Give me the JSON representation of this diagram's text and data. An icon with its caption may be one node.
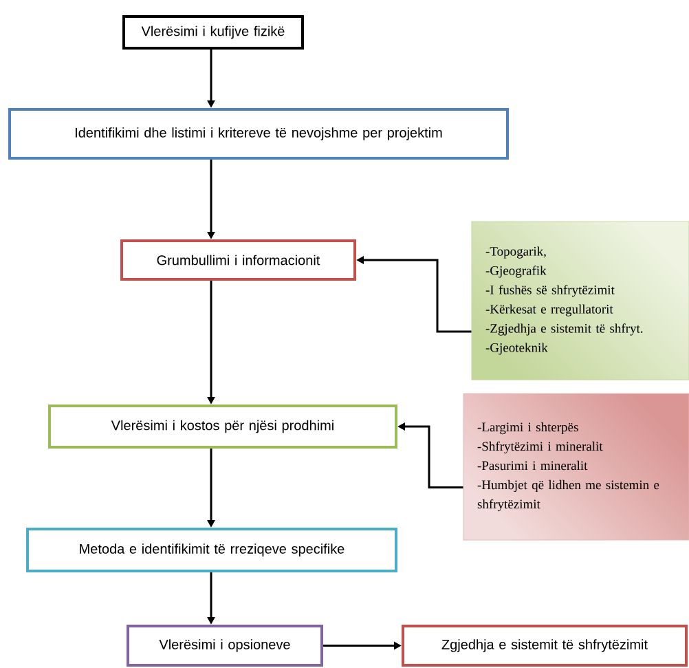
{
  "diagram": {
    "nodes": [
      {
        "text": [
          "Vlerësimi i kufijve fizikë"
        ]
      },
      {
        "text": [
          "Identifikimi dhe listimi i kritereve të nevojshme per projektim"
        ]
      },
      {
        "text": [
          "Grumbullimi i informacionit"
        ]
      },
      {
        "text": [
          "-Topogarik,",
          "-Gjeografik",
          "-I fushës së shfrytëzimit",
          "-Kërkesat e rregullatorit",
          "-Zgjedhja e sistemit të shfryt.",
          "-Gjeoteknik"
        ]
      },
      {
        "text": [
          "Vlerësimi i kostos për njësi prodhimi"
        ]
      },
      {
        "text": [
          "-Largimi i shterpës",
          "-Shfrytëzimi i mineralit",
          "-Pasurimi i mineralit",
          "-Humbjet që lidhen me sistemin e shfrytëzimit"
        ]
      },
      {
        "text": [
          "Metoda e identifikimit të rreziqeve specifike"
        ]
      },
      {
        "text": [
          "Vlerësimi i opsioneve"
        ]
      },
      {
        "text": [
          "Zgjedhja e sistemit të shfrytëzimit"
        ]
      }
    ],
    "edges": [
      {
        "from": 0,
        "to": 1,
        "arrow": "to"
      },
      {
        "from": 1,
        "to": 2,
        "arrow": "to"
      },
      {
        "from": 3,
        "to": 2,
        "arrow": "to"
      },
      {
        "from": 2,
        "to": 4,
        "arrow": "to"
      },
      {
        "from": 5,
        "to": 4,
        "arrow": "to"
      },
      {
        "from": 4,
        "to": 6,
        "arrow": "to"
      },
      {
        "from": 6,
        "to": 7,
        "arrow": "to"
      },
      {
        "from": 7,
        "to": 8,
        "arrow": "to"
      }
    ]
  }
}
